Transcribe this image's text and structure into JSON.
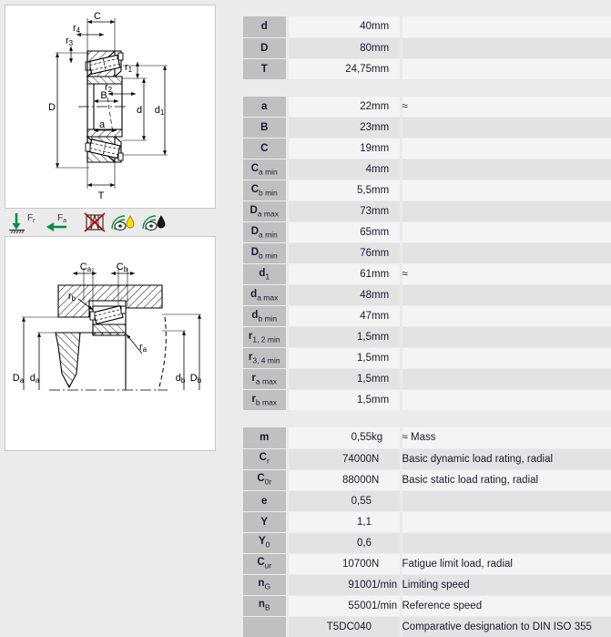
{
  "drawings": {
    "main": {
      "name": "tapered-roller-bearing-cross-section",
      "labels": {
        "C": "C",
        "r4": "r",
        "r4s": "4",
        "r3": "r",
        "r3s": "3",
        "r1": "r",
        "r1s": "1",
        "r2": "r",
        "r2s": "2",
        "B": "B",
        "D": "D",
        "d": "d",
        "d1": "d",
        "d1s": "1",
        "a": "a",
        "T": "T"
      }
    },
    "mounting": {
      "name": "mounting-dimensions-diagram",
      "labels": {
        "Ca": "C",
        "Cas": "a",
        "Cb": "C",
        "Cbs": "b",
        "rb": "r",
        "rbs": "b",
        "ra": "r",
        "ras": "a",
        "Da": "D",
        "Das": "a",
        "da": "d",
        "das": "a",
        "db": "d",
        "dbs": "b",
        "Db": "D",
        "Dbs": "b"
      }
    }
  },
  "icons": [
    {
      "name": "radial-load-icon",
      "label": "F",
      "sub": "r",
      "title": "Radial load"
    },
    {
      "name": "axial-load-icon",
      "label": "F",
      "sub": "a",
      "title": "Axial load"
    },
    {
      "name": "not-self-retaining-icon",
      "label": "",
      "sub": "",
      "title": "Not self-retaining"
    },
    {
      "name": "grease-lubrication-icon",
      "label": "",
      "sub": "",
      "title": "Grease lubrication"
    },
    {
      "name": "oil-lubrication-icon",
      "label": "",
      "sub": "",
      "title": "Oil lubrication"
    }
  ],
  "colors": {
    "page_bg": "#ebebeb",
    "label_cell": "#c0c0c0",
    "row_odd": "#f4f4f4",
    "row_even": "#e3e3e3",
    "text": "#1a1a2e",
    "arrow_green": "#00913f",
    "cross_red": "#c00000",
    "drop_yellow": "#ffe000"
  },
  "tables": [
    {
      "id": "principal-dimensions",
      "rows": [
        {
          "sym": "d",
          "sub": "",
          "value": "40",
          "unit": "mm",
          "note": ""
        },
        {
          "sym": "D",
          "sub": "",
          "value": "80",
          "unit": "mm",
          "note": ""
        },
        {
          "sym": "T",
          "sub": "",
          "value": "24,75",
          "unit": "mm",
          "note": ""
        }
      ]
    },
    {
      "id": "secondary-dimensions",
      "rows": [
        {
          "sym": "a",
          "sub": "",
          "value": "22",
          "unit": "mm",
          "note": "≈"
        },
        {
          "sym": "B",
          "sub": "",
          "value": "23",
          "unit": "mm",
          "note": ""
        },
        {
          "sym": "C",
          "sub": "",
          "value": "19",
          "unit": "mm",
          "note": ""
        },
        {
          "sym": "C",
          "sub": "a min",
          "value": "4",
          "unit": "mm",
          "note": ""
        },
        {
          "sym": "C",
          "sub": "b min",
          "value": "5,5",
          "unit": "mm",
          "note": ""
        },
        {
          "sym": "D",
          "sub": "a max",
          "value": "73",
          "unit": "mm",
          "note": ""
        },
        {
          "sym": "D",
          "sub": "a min",
          "value": "65",
          "unit": "mm",
          "note": ""
        },
        {
          "sym": "D",
          "sub": "b min",
          "value": "76",
          "unit": "mm",
          "note": ""
        },
        {
          "sym": "d",
          "sub": "1",
          "value": "61",
          "unit": "mm",
          "note": "≈"
        },
        {
          "sym": "d",
          "sub": "a max",
          "value": "48",
          "unit": "mm",
          "note": ""
        },
        {
          "sym": "d",
          "sub": "b min",
          "value": "47",
          "unit": "mm",
          "note": ""
        },
        {
          "sym": "r",
          "sub": "1, 2 min",
          "value": "1,5",
          "unit": "mm",
          "note": ""
        },
        {
          "sym": "r",
          "sub": "3, 4 min",
          "value": "1,5",
          "unit": "mm",
          "note": ""
        },
        {
          "sym": "r",
          "sub": "a max",
          "value": "1,5",
          "unit": "mm",
          "note": ""
        },
        {
          "sym": "r",
          "sub": "b max",
          "value": "1,5",
          "unit": "mm",
          "note": ""
        }
      ]
    },
    {
      "id": "performance-data",
      "rows": [
        {
          "sym": "m",
          "sub": "",
          "value": "0,55",
          "unit": "kg",
          "note": "≈ Mass"
        },
        {
          "sym": "C",
          "sub": "r",
          "value": "74000",
          "unit": "N",
          "note": "Basic dynamic load rating, radial"
        },
        {
          "sym": "C",
          "sub": "0r",
          "value": "88000",
          "unit": "N",
          "note": "Basic static load rating, radial"
        },
        {
          "sym": "e",
          "sub": "",
          "value": "0,55",
          "unit": "",
          "note": ""
        },
        {
          "sym": "Y",
          "sub": "",
          "value": "1,1",
          "unit": "",
          "note": ""
        },
        {
          "sym": "Y",
          "sub": "0",
          "value": "0,6",
          "unit": "",
          "note": ""
        },
        {
          "sym": "C",
          "sub": "ur",
          "value": "10700",
          "unit": "N",
          "note": "Fatigue limit load, radial"
        },
        {
          "sym": "n",
          "sub": "G",
          "value": "9100",
          "unit": "1/min",
          "note": "Limiting speed"
        },
        {
          "sym": "n",
          "sub": "B",
          "value": "5500",
          "unit": "1/min",
          "note": "Reference speed"
        },
        {
          "sym": "",
          "sub": "",
          "value": "T5DC040",
          "unit": "",
          "note": "Comparative designation to DIN ISO 355"
        }
      ]
    }
  ]
}
